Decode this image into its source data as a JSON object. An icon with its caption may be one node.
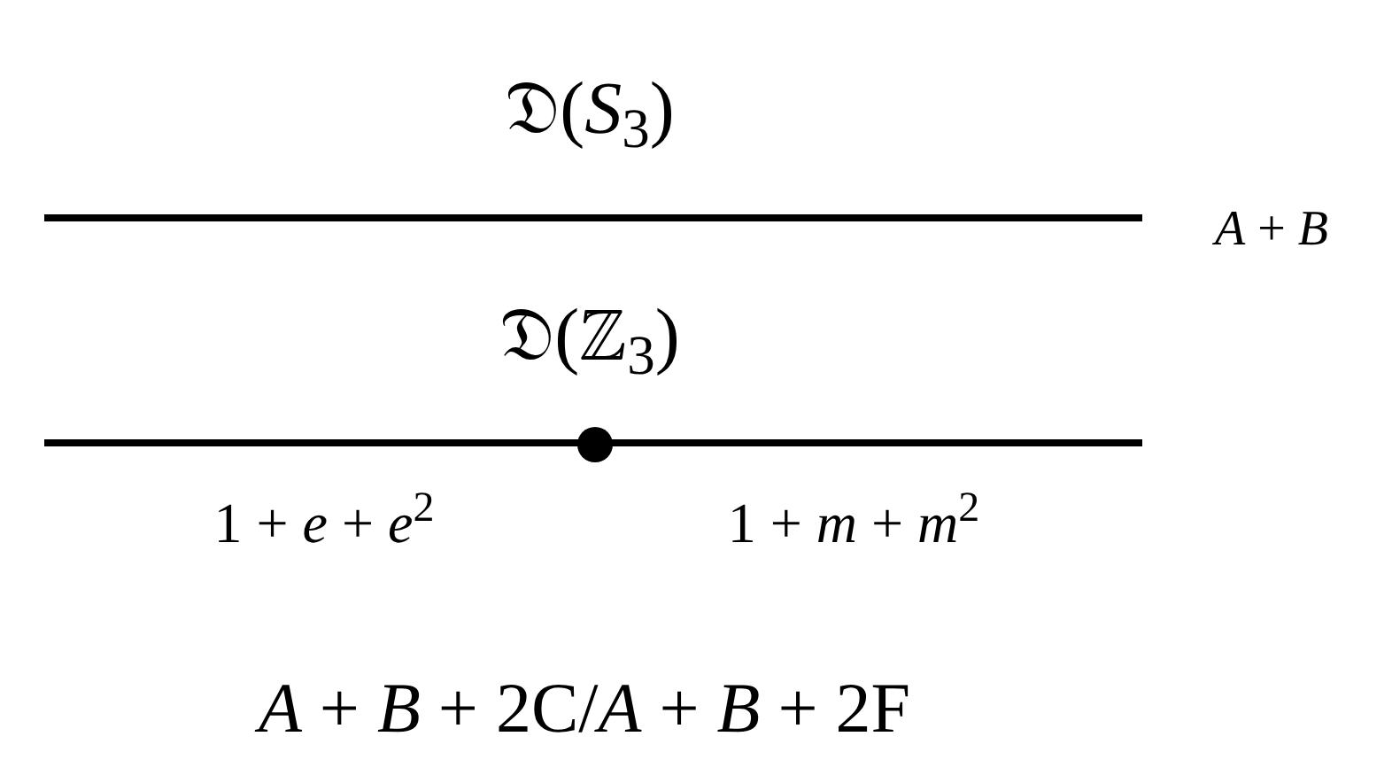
{
  "diagram": {
    "labels": [
      "𝔇(*S*$_{3}$)",
      "*A* + *B*",
      "𝔇(ℤ$_{3}$)",
      "1 + *e* + *e*$^{2}$",
      "1 + *m* + *m*$^{2}$",
      "*A* + *B* + 2C/*A* + *B* + 2F"
    ]
  }
}
